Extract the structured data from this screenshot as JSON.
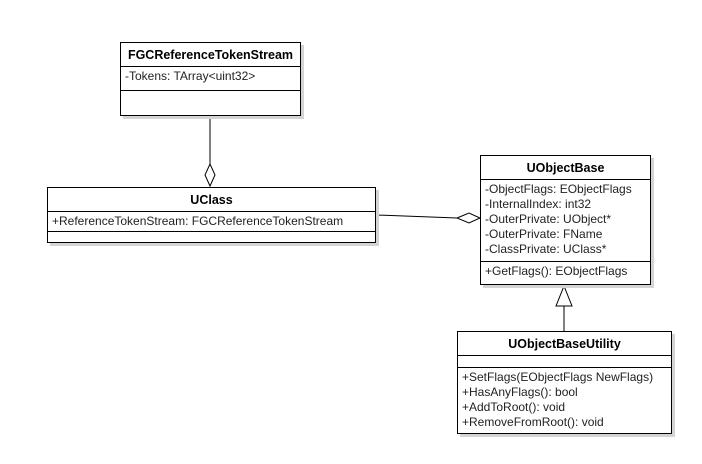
{
  "classes": {
    "fgc": {
      "name": "FGCReferenceTokenStream",
      "attributes": [
        "-Tokens: TArray<uint32>"
      ],
      "operations": []
    },
    "uclass": {
      "name": "UClass",
      "attributes": [
        "+ReferenceTokenStream: FGCReferenceTokenStream"
      ],
      "operations": []
    },
    "uobjectbase": {
      "name": "UObjectBase",
      "attributes": [
        "-ObjectFlags: EObjectFlags",
        "-InternalIndex: int32",
        "-OuterPrivate: UObject*",
        "-OuterPrivate: FName",
        "-ClassPrivate: UClass*"
      ],
      "operations": [
        "+GetFlags(): EObjectFlags"
      ]
    },
    "uobjectbaseutility": {
      "name": "UObjectBaseUtility",
      "attributes": [],
      "operations": [
        "+SetFlags(EObjectFlags NewFlags)",
        "+HasAnyFlags(): bool",
        "+AddToRoot(): void",
        "+RemoveFromRoot(): void"
      ]
    }
  },
  "relations": [
    {
      "type": "aggregation",
      "whole": "uclass",
      "part": "fgc"
    },
    {
      "type": "aggregation",
      "whole": "uobjectbase",
      "part": "uclass"
    },
    {
      "type": "generalization",
      "child": "uobjectbaseutility",
      "parent": "uobjectbase"
    }
  ]
}
